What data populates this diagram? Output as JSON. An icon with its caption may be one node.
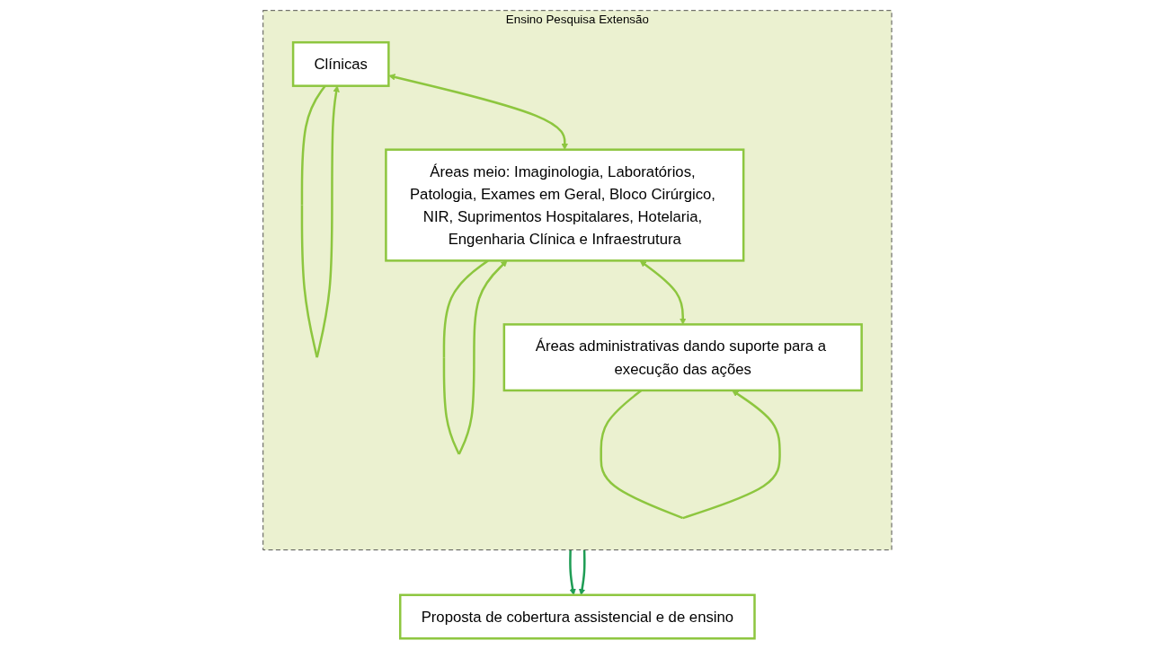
{
  "diagram": {
    "nodes": [
      {
        "text": [
          "Proposta de cobertura assistencial e de ensino"
        ]
      },
      {
        "text": [
          "Ensino Pesquisa Extensão"
        ]
      },
      {
        "text": [
          "Clínicas"
        ],
        "in": 1
      },
      {
        "text": [
          "Áreas meio: Imaginologia, Laboratórios, Patologia, Exames em Geral, Bloco Cirúrgico, NIR, Suprimentos Hospitalares, Hotelaria, Engenharia Clínica e Infraestrutura"
        ],
        "in": 1
      },
      {
        "text": [
          "Áreas administrativas dando suporte para a execução das ações"
        ],
        "in": 1
      }
    ],
    "edges": [
      {
        "from": 1,
        "to": 0,
        "arrow": "to",
        "color": "#1f9d55"
      },
      {
        "from": 1,
        "to": 0,
        "arrow": "to",
        "color": "#1f9d55"
      },
      {
        "from": 2,
        "to": 2,
        "arrow": "to"
      },
      {
        "from": 2,
        "to": 3,
        "arrow": "both"
      },
      {
        "from": 3,
        "to": 3,
        "arrow": "to"
      },
      {
        "from": 3,
        "to": 4,
        "arrow": "both"
      },
      {
        "from": 4,
        "to": 4,
        "arrow": "to"
      }
    ]
  }
}
